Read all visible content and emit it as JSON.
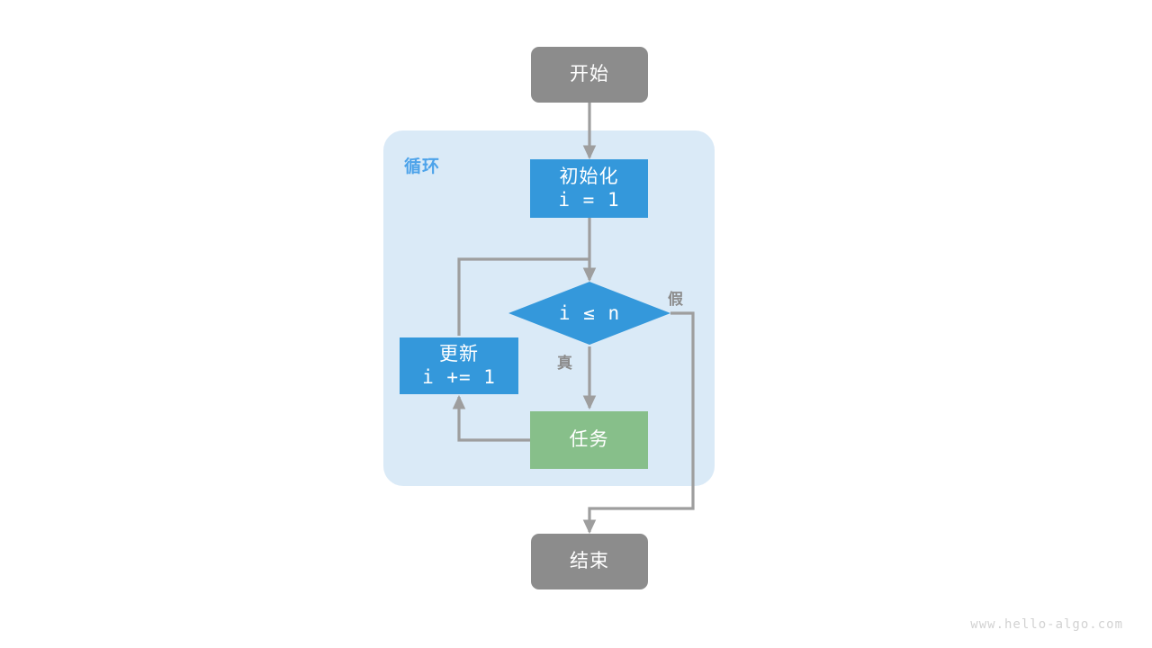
{
  "diagram": {
    "title_watermark": "www.hello-algo.com",
    "group": {
      "label": "循环",
      "fill": "#daeaf7",
      "label_color": "#4da3ea"
    },
    "colors": {
      "terminal": "#8c8c8c",
      "process": "#3498db",
      "decision": "#3498db",
      "task": "#87bf8a",
      "edge": "#9e9e9e",
      "node_text": "#ffffff",
      "edge_label": "#8c8c8c",
      "background": "#ffffff",
      "watermark": "#d2d2d2"
    },
    "nodes": [
      {
        "id": "start",
        "shape": "rounded-rect",
        "label_cjk": "开始",
        "label_code": "",
        "fill": "#8c8c8c"
      },
      {
        "id": "init",
        "shape": "rect",
        "label_cjk": "初始化",
        "label_code": "i = 1",
        "fill": "#3498db"
      },
      {
        "id": "condition",
        "shape": "diamond",
        "label_cjk": "",
        "label_code": "i ≤ n",
        "fill": "#3498db"
      },
      {
        "id": "update",
        "shape": "rect",
        "label_cjk": "更新",
        "label_code": "i += 1",
        "fill": "#3498db"
      },
      {
        "id": "task",
        "shape": "rect",
        "label_cjk": "任务",
        "label_code": "",
        "fill": "#87bf8a"
      },
      {
        "id": "end",
        "shape": "rounded-rect",
        "label_cjk": "结束",
        "label_code": "",
        "fill": "#8c8c8c"
      }
    ],
    "edge_labels": [
      {
        "id": "true-label",
        "text": "真"
      },
      {
        "id": "false-label",
        "text": "假"
      }
    ]
  }
}
